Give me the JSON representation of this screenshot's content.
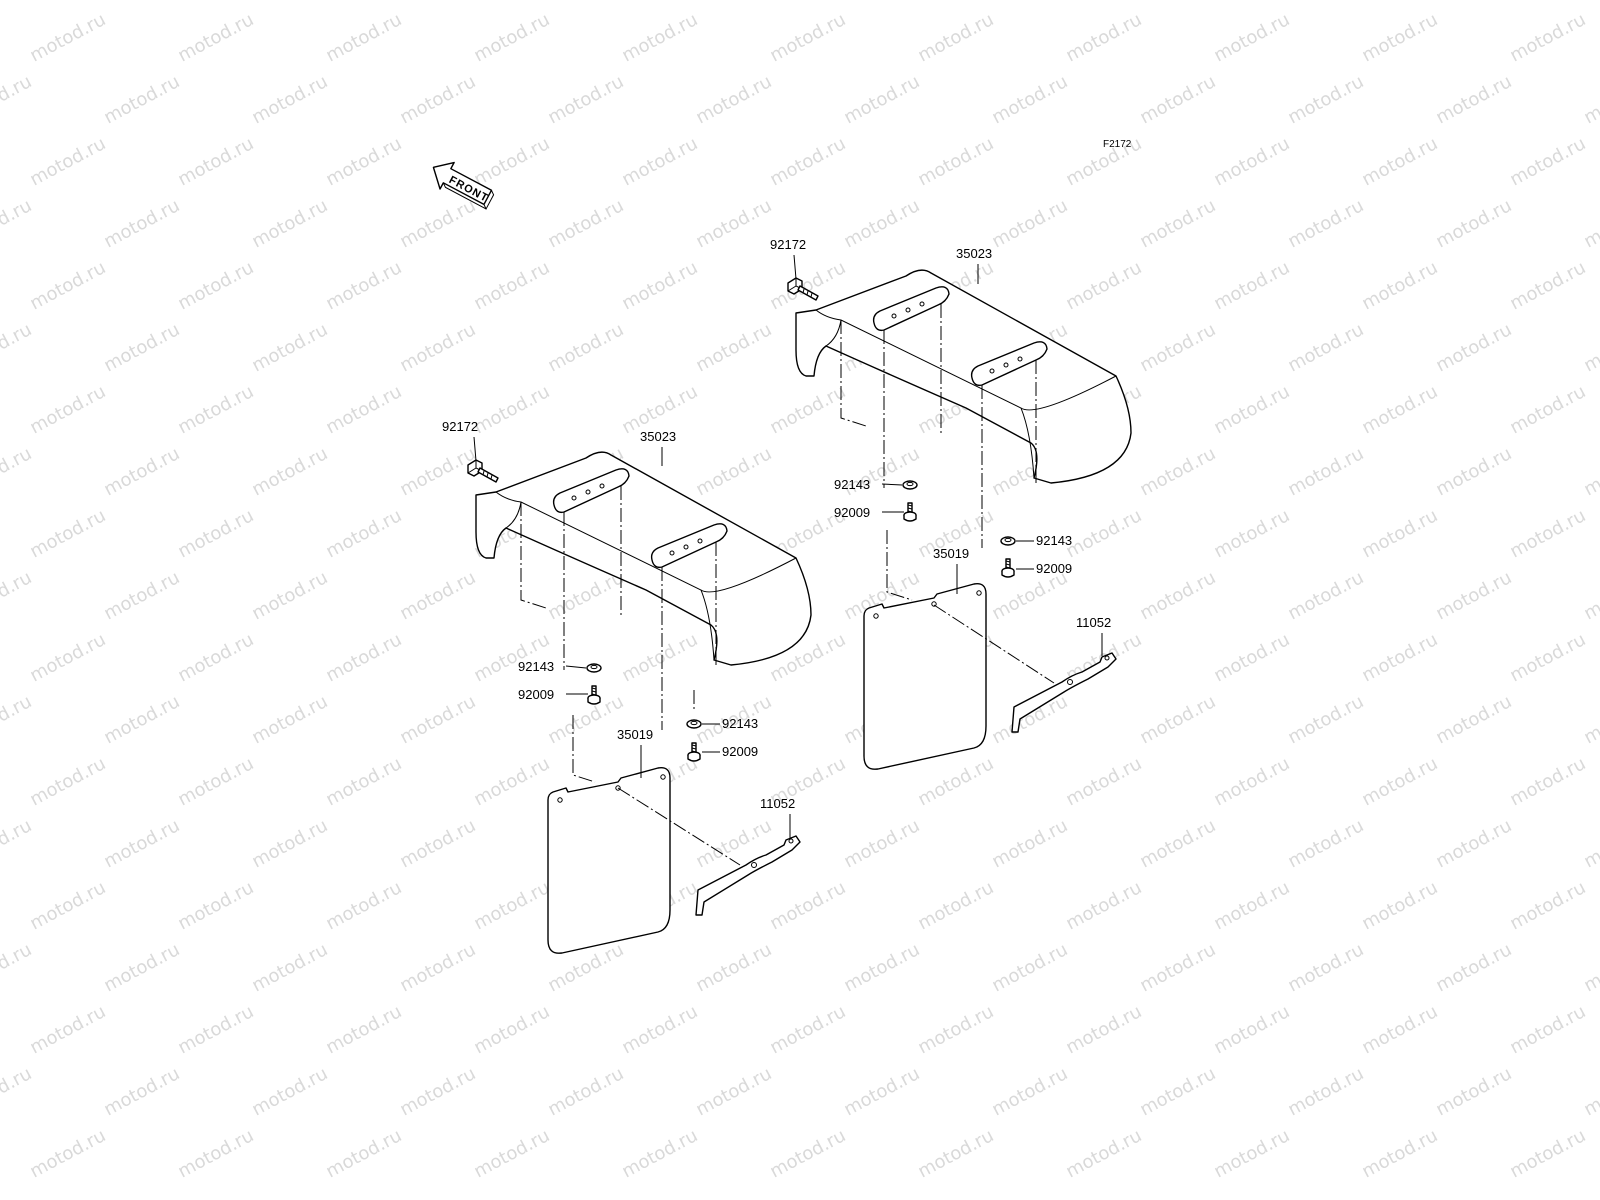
{
  "watermark": "motod.ru",
  "figure_code": "F2172",
  "front_label": "FRONT",
  "callouts": {
    "a_bolt": "92172",
    "a_fender": "35023",
    "a_washer_left": "92143",
    "a_bolt_left": "92009",
    "a_washer_right": "92143",
    "a_bolt_right": "92009",
    "a_flap": "35019",
    "a_bracket": "11052",
    "b_bolt": "92172",
    "b_fender": "35023",
    "b_washer_left": "92143",
    "b_bolt_left": "92009",
    "b_washer_right": "92143",
    "b_bolt_right": "92009",
    "b_flap": "35019",
    "b_bracket": "11052"
  },
  "colors": {
    "line": "#000000",
    "watermark": "#d9d9d9",
    "background": "#ffffff"
  }
}
